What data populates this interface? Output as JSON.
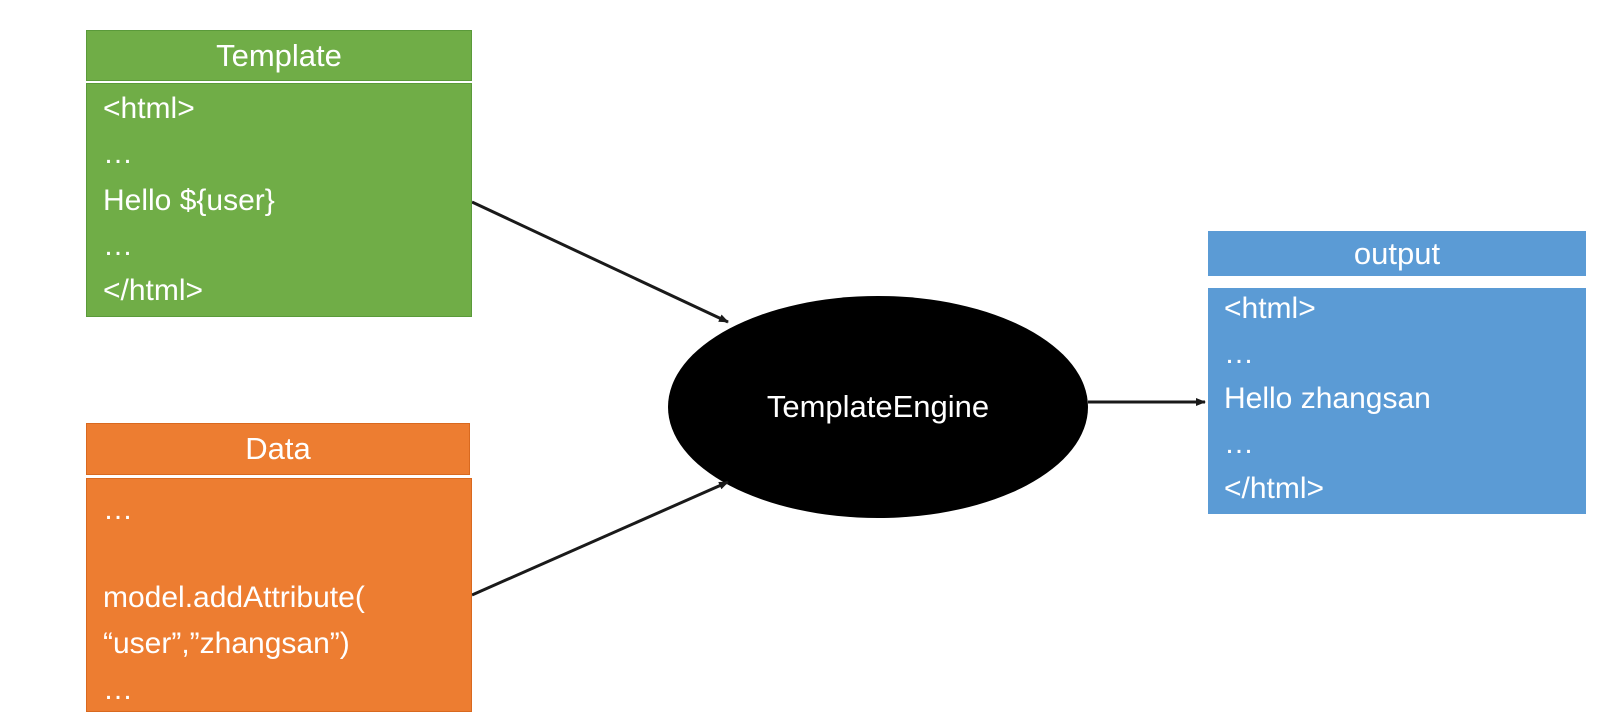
{
  "colors": {
    "template_header": "#70ad47",
    "template_body": "#70ad47",
    "template_border": "#5a9a3a",
    "data": "#ed7d31",
    "data_border": "#d9691f",
    "output": "#5b9bd5",
    "engine": "#000000",
    "arrow": "#1a1a1a",
    "text": "#ffffff"
  },
  "template": {
    "title": "Template",
    "lines": [
      "<html>",
      "…",
      "Hello ${user}",
      "…",
      "</html>"
    ]
  },
  "data": {
    "title": "Data",
    "lines": [
      "…",
      "model.addAttribute(",
      "“user”,”zhangsan”)",
      "…"
    ]
  },
  "engine": {
    "label": "TemplateEngine"
  },
  "output": {
    "title": "output",
    "lines": [
      "<html>",
      "…",
      "Hello zhangsan",
      "…",
      "</html>"
    ]
  }
}
